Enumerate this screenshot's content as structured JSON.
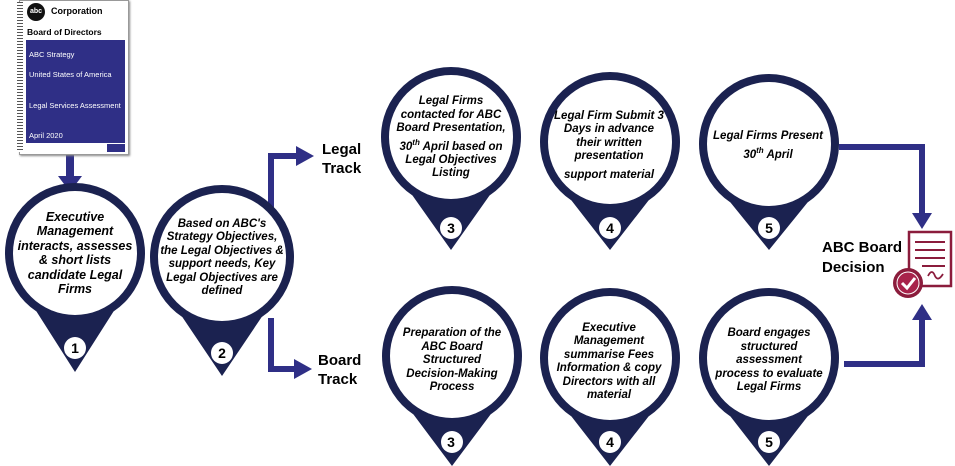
{
  "cover": {
    "logo": "abc",
    "company": "Corporation",
    "board": "Board of Directors",
    "strategy": "ABC Strategy",
    "country": "United States of America",
    "assessment": "Legal Services Assessment",
    "date": "April 2020"
  },
  "pins": [
    {
      "number": "1",
      "text": "Executive Management interacts, assesses & short lists candidate Legal Firms"
    },
    {
      "number": "2",
      "text": "Based on ABC's Strategy Objectives, the Legal Objectives & support needs, Key Legal Objectives are defined"
    }
  ],
  "legal_track": {
    "label": "Legal Track",
    "steps": [
      {
        "number": "3",
        "text_before": "Legal Firms contacted for ABC Board Presentation, 30",
        "sup": "th",
        "text_after": " April based on Legal Objectives Listing"
      },
      {
        "number": "4",
        "text_before": "Legal Firm Submit 3 Days in advance their written presentation support material",
        "sup": "",
        "text_after": ""
      },
      {
        "number": "5",
        "text_before": "Legal Firms Present 30",
        "sup": "th",
        "text_after": " April"
      }
    ]
  },
  "board_track": {
    "label": "Board Track",
    "steps": [
      {
        "number": "3",
        "text": "Preparation of the ABC Board Structured Decision-Making Process"
      },
      {
        "number": "4",
        "text": "Executive Management summarise Fees Information & copy Directors with all material"
      },
      {
        "number": "5",
        "text": "Board engages structured assessment process to evaluate Legal Firms"
      }
    ]
  },
  "decision": {
    "label": "ABC Board Decision",
    "icon": "certificate-icon"
  },
  "colors": {
    "navy": "#1b2250",
    "arrow": "#2f2f86",
    "cover_panel": "#2f2f86",
    "decision_icon": "#8b1c3c"
  }
}
